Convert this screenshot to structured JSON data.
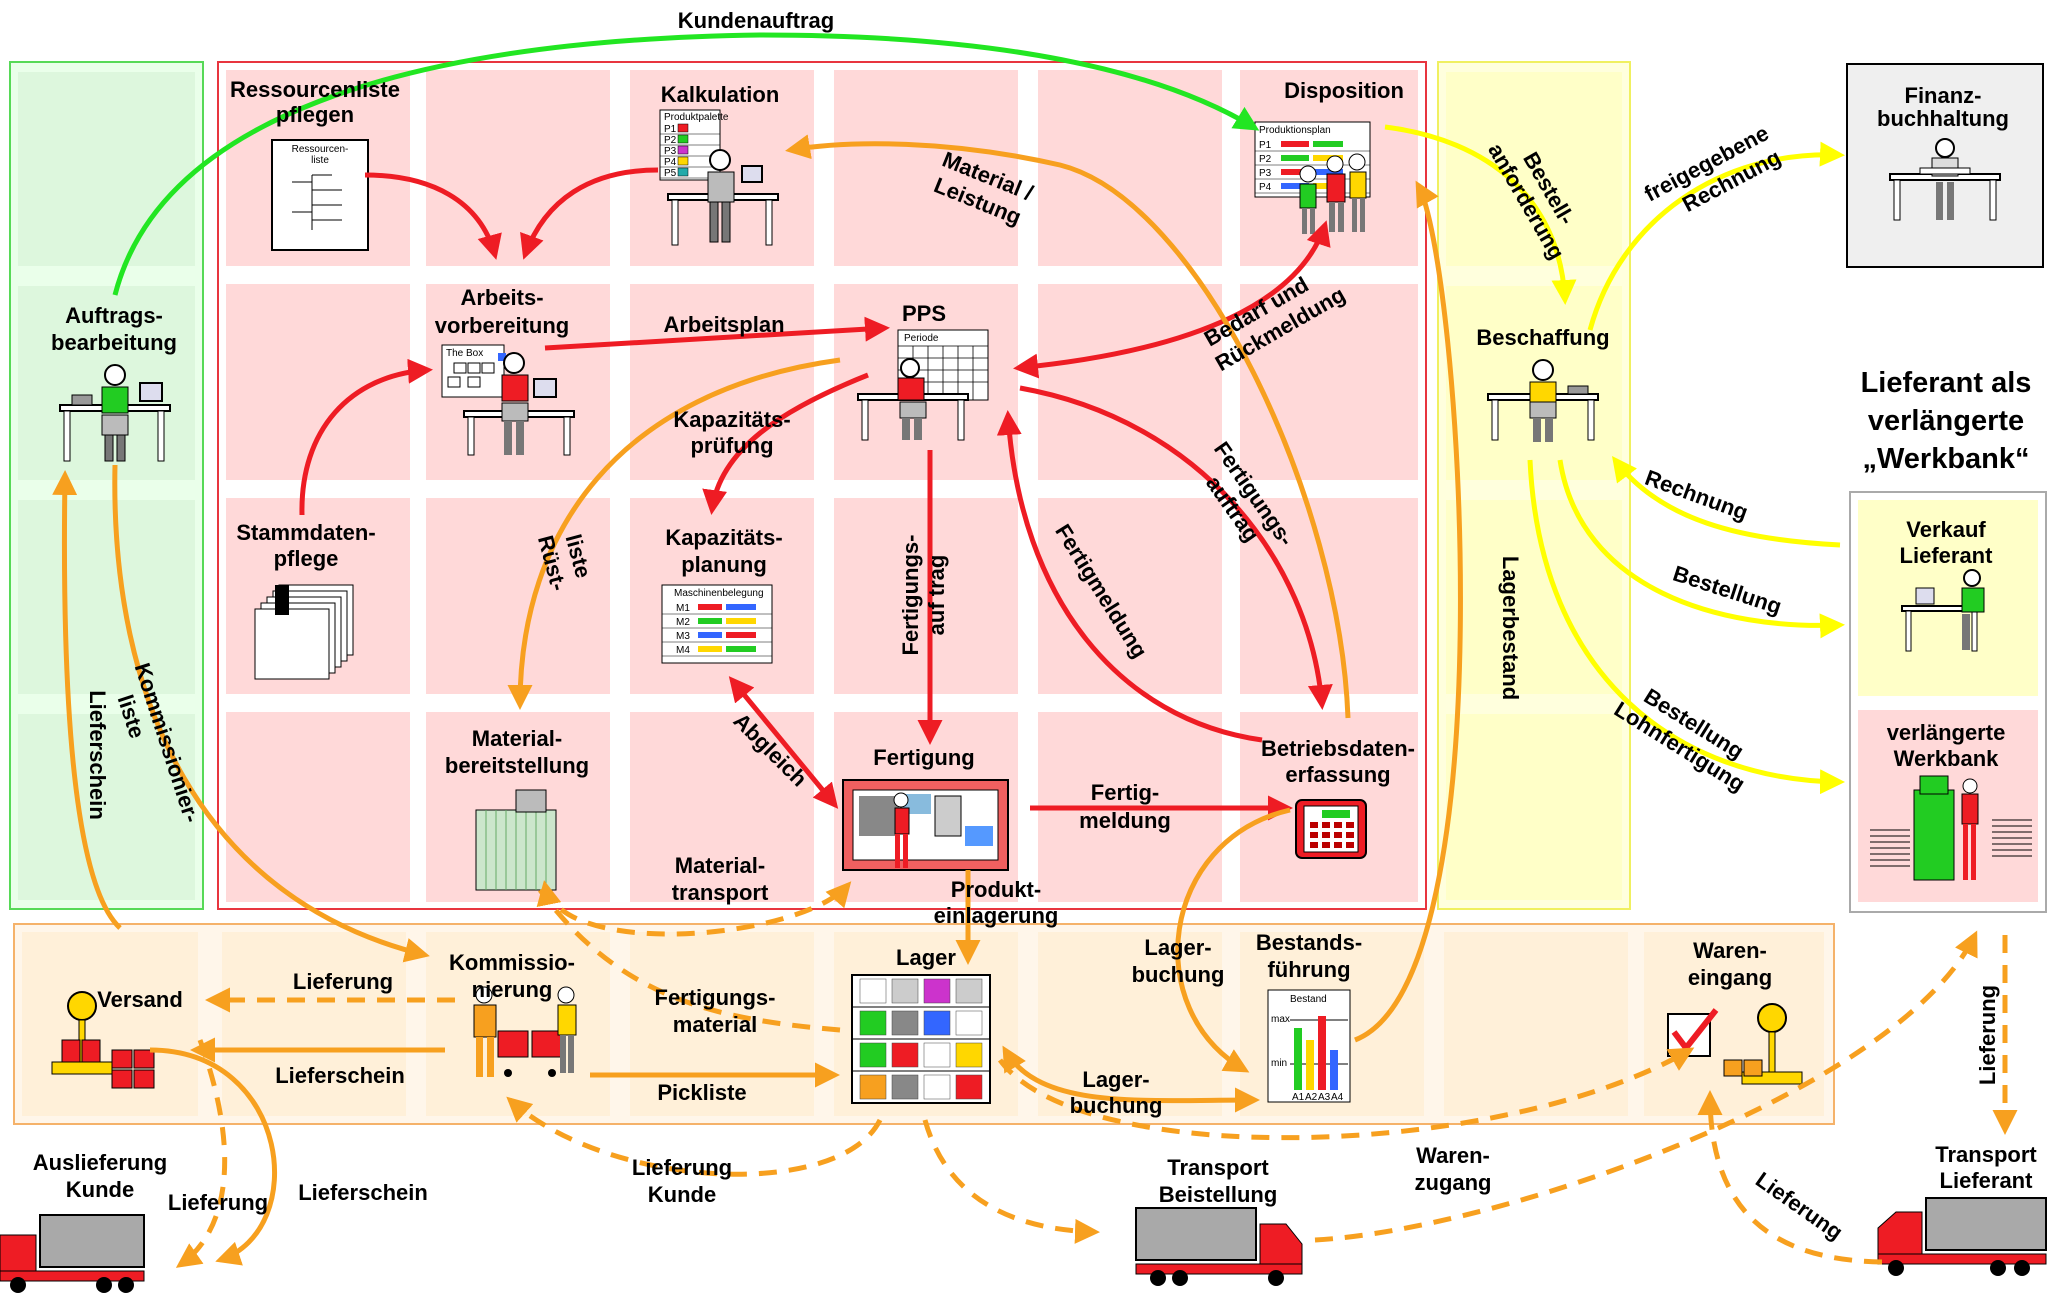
{
  "colors": {
    "green_zone": "#ddf7dd",
    "green_border": "#57d957",
    "red_zone_cell": "#ffd9d9",
    "red_border": "#e8353f",
    "yellow_zone": "#ffffc8",
    "yellow_border": "#f0f060",
    "orange_zone_cell": "#fff0d9",
    "orange_border": "#f5b26a",
    "gray_box": "#efefef",
    "arrow_red": "#ee1c24",
    "arrow_orange": "#f7a01f",
    "arrow_yellow": "#ffff00",
    "arrow_green": "#22e622",
    "truck_red": "#ee1c24",
    "truck_gray": "#a9a9a9"
  },
  "nodes": {
    "auftragsbearbeitung": [
      "Auftrags-",
      "bearbeitung"
    ],
    "ressourcenliste": [
      "Ressourcenliste",
      "pflegen"
    ],
    "ressourcenliste_doc": [
      "Ressourcen-",
      "liste"
    ],
    "kalkulation": "Kalkulation",
    "produktpalette": "Produktpalette",
    "produktpalette_rows": [
      "P1",
      "P2",
      "P3",
      "P4",
      "P5"
    ],
    "disposition": "Disposition",
    "produktionsplan": "Produktionsplan",
    "produktionsplan_rows": [
      "P1",
      "P2",
      "P3",
      "P4"
    ],
    "finanzbuchhaltung": [
      "Finanz-",
      "buchhaltung"
    ],
    "arbeitsvorbereitung": [
      "Arbeits-",
      "vorbereitung"
    ],
    "the_box": "The Box",
    "pps": "PPS",
    "periode": "Periode",
    "beschaffung": "Beschaffung",
    "stammdatenpflege": [
      "Stammdaten-",
      "pflege"
    ],
    "kapazitaetsplanung": [
      "Kapazitäts-",
      "planung"
    ],
    "maschinenbelegung": "Maschinenbelegung",
    "maschinen_rows": [
      "M1",
      "M2",
      "M3",
      "M4"
    ],
    "materialbereitstellung": [
      "Material-",
      "bereitstellung"
    ],
    "fertigung": "Fertigung",
    "betriebsdatenerfassung": [
      "Betriebsdaten-",
      "erfassung"
    ],
    "lieferant_title": [
      "Lieferant als",
      "verlängerte",
      "„Werkbank“"
    ],
    "verkauf_lieferant": [
      "Verkauf",
      "Lieferant"
    ],
    "verlaengerte_werkbank": [
      "verlängerte",
      "Werkbank"
    ],
    "versand": "Versand",
    "kommissionierung": [
      "Kommissio-",
      "nierung"
    ],
    "lager": "Lager",
    "bestandsfuehrung": [
      "Bestands-",
      "führung"
    ],
    "bestand": "Bestand",
    "bestand_axis": [
      "max",
      "min"
    ],
    "bestand_cols": [
      "A1",
      "A2",
      "A3",
      "A4"
    ],
    "wareneingang": [
      "Waren-",
      "eingang"
    ],
    "auslieferung_kunde": [
      "Auslieferung",
      "Kunde"
    ],
    "transport_beestellung": [
      "Transport",
      "Beistellung"
    ],
    "transport_lieferant": [
      "Transport",
      "Lieferant"
    ]
  },
  "flows": {
    "kundenauftrag": "Kundenauftrag",
    "material_leistung": [
      "Material /",
      "Leistung"
    ],
    "bestellanforderung": [
      "Bestell-",
      "anforderung"
    ],
    "freigegebene_rechnung": [
      "freigegebene",
      "Rechnung"
    ],
    "arbeitsplan": "Arbeitsplan",
    "bedarf_rueckmeldung": [
      "Bedarf und",
      "Rückmeldung"
    ],
    "kapazitaetspruefung": [
      "Kapazitäts-",
      "prüfung"
    ],
    "fertigungsauftrag_right": [
      "Fertigungs-",
      "auftrag"
    ],
    "ruestliste": [
      "Rüst-",
      "liste"
    ],
    "fertigungsauftrag_mid": [
      "Fertigungs-",
      "auf trag"
    ],
    "fertigmeldung_diag": "Fertigmeldung",
    "lagerbestand": "Lagerbestand",
    "rechnung": "Rechnung",
    "bestellung": "Bestellung",
    "bestellung_lohnfertigung": [
      "Bestellung",
      "Lohnfertigung"
    ],
    "lieferschein_left": "Lieferschein",
    "kommissionierliste": [
      "Kommissionier-",
      "liste"
    ],
    "abgleich": "Abgleich",
    "fertigmeldung": [
      "Fertig-",
      "meldung"
    ],
    "materialtransport": [
      "Material-",
      "transport"
    ],
    "produkteinlagerung": [
      "Produkt-",
      "einlagerung"
    ],
    "lagerbuchung_top": [
      "Lager-",
      "buchung"
    ],
    "lieferung_top": "Lieferung",
    "fertigungsmaterial": [
      "Fertigungs-",
      "material"
    ],
    "lieferschein_mid": "Lieferschein",
    "pickliste": "Pickliste",
    "lagerbuchung_bottom": [
      "Lager-",
      "buchung"
    ],
    "lieferung_kunde": [
      "Lieferung",
      "Kunde"
    ],
    "warenzugang": [
      "Waren-",
      "zugang"
    ],
    "lieferung_bottom_left": "Lieferung",
    "lieferschein_bottom_left": "Lieferschein",
    "lieferung_right_vertical": "Lieferung",
    "lieferung_diag": "Lieferung"
  }
}
